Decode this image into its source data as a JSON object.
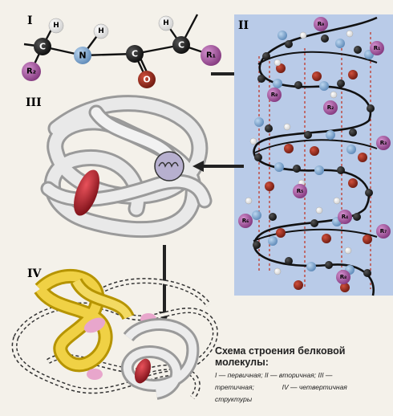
{
  "diagram": {
    "panels": {
      "primary": "I",
      "secondary": "II",
      "tertiary": "III",
      "quaternary": "IV"
    },
    "atoms": {
      "hydrogen": "H",
      "nitrogen": "N",
      "carbon": "C",
      "oxygen": "O",
      "radical_1": "R₁",
      "radical_2": "R₂",
      "radical_3": "R₃",
      "radical_4": "R₄",
      "radical_5": "R₅",
      "radical_6": "R₆",
      "radical_7": "R₇",
      "radical_8": "R₈",
      "radical_9": "R₉"
    },
    "caption": {
      "title_line1": "Схема строения белковой",
      "title_line2": "молекулы:",
      "legend_line1": "I — первичная; II — вторичная; III —",
      "legend_line2_a": "третичная;",
      "legend_line2_b": "IV — четвертичная",
      "legend_line3": "структуры"
    },
    "colors": {
      "background": "#f4f1ea",
      "helix_panel": "#b9cbe8",
      "carbon": "#1a1a1a",
      "nitrogen": "#7fa6cf",
      "oxygen": "#9b2a1e",
      "hydrogen": "#f6f6f6",
      "radical": "#a95aa3",
      "hydrogen_bond": "#c0392b",
      "coil": "#dcdcdc",
      "heme": "#b3222e",
      "subunit_yellow": "#f0d145",
      "subunit_pink": "#e8a6cc"
    }
  }
}
